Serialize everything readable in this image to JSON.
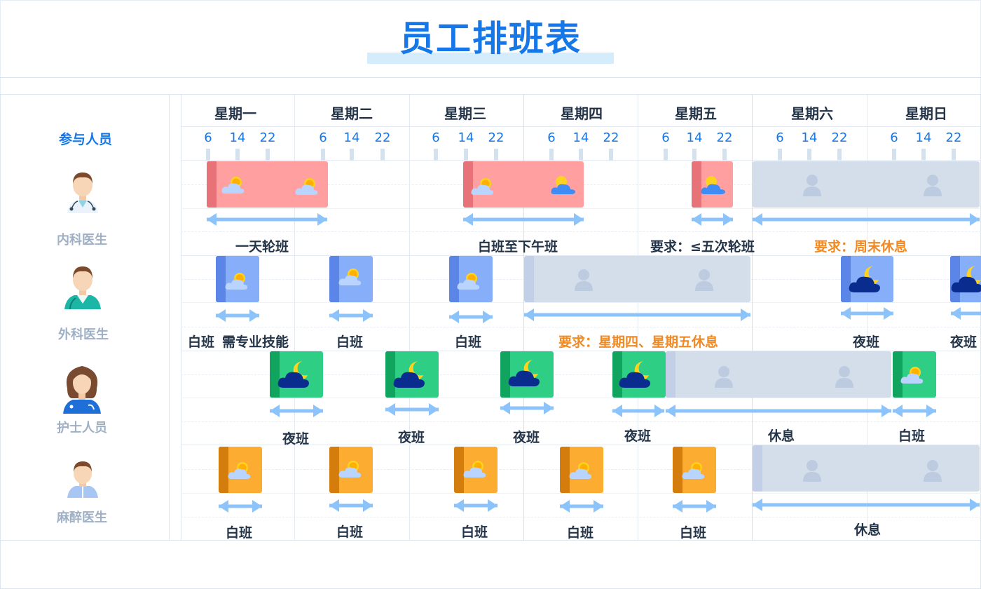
{
  "title": "员工排班表",
  "participants_header": "参与人员",
  "days": [
    "星期一",
    "星期二",
    "星期三",
    "星期四",
    "星期五",
    "星期六",
    "星期日"
  ],
  "hours": [
    "6",
    "14",
    "22"
  ],
  "people": [
    {
      "name": "内科医生",
      "icon": "doctor-stethoscope-avatar-icon"
    },
    {
      "name": "外科医生",
      "icon": "surgeon-avatar-icon"
    },
    {
      "name": "护士人员",
      "icon": "nurse-avatar-icon"
    },
    {
      "name": "麻醉医生",
      "icon": "anesthetist-avatar-icon"
    }
  ],
  "colors": {
    "title": "#1677e8",
    "internal": "#ff9f9f",
    "surgeon": "#86aef9",
    "nurse": "#2ecf85",
    "anesthetist": "#fcac30",
    "rest": "#d3deea",
    "arrow": "#8cc3fb",
    "note": "#f08a24"
  },
  "schedule": {
    "internal": [
      {
        "label": "一天轮班",
        "kind": "day-night"
      },
      {
        "label": "白班至下午班",
        "kind": "day-night"
      },
      {
        "label": "要求：≤五次轮班",
        "kind": "evening"
      },
      {
        "label": "要求：周末休息",
        "kind": "rest",
        "note": true
      }
    ],
    "surgeon": [
      {
        "label": "白班",
        "kind": "day"
      },
      {
        "label": "需专业技能",
        "kind": "note"
      },
      {
        "label": "白班",
        "kind": "day"
      },
      {
        "label": "白班",
        "kind": "day"
      },
      {
        "label": "要求：星期四、星期五休息",
        "kind": "rest",
        "note": true
      },
      {
        "label": "夜班",
        "kind": "night"
      },
      {
        "label": "夜班",
        "kind": "night"
      }
    ],
    "nurse": [
      {
        "label": "夜班",
        "kind": "night"
      },
      {
        "label": "夜班",
        "kind": "night"
      },
      {
        "label": "夜班",
        "kind": "night"
      },
      {
        "label": "夜班",
        "kind": "night"
      },
      {
        "label": "休息",
        "kind": "rest"
      },
      {
        "label": "白班",
        "kind": "day"
      }
    ],
    "anesthetist": [
      {
        "label": "白班",
        "kind": "day"
      },
      {
        "label": "白班",
        "kind": "day"
      },
      {
        "label": "白班",
        "kind": "day"
      },
      {
        "label": "白班",
        "kind": "day"
      },
      {
        "label": "白班",
        "kind": "day"
      },
      {
        "label": "休息",
        "kind": "rest"
      }
    ]
  }
}
